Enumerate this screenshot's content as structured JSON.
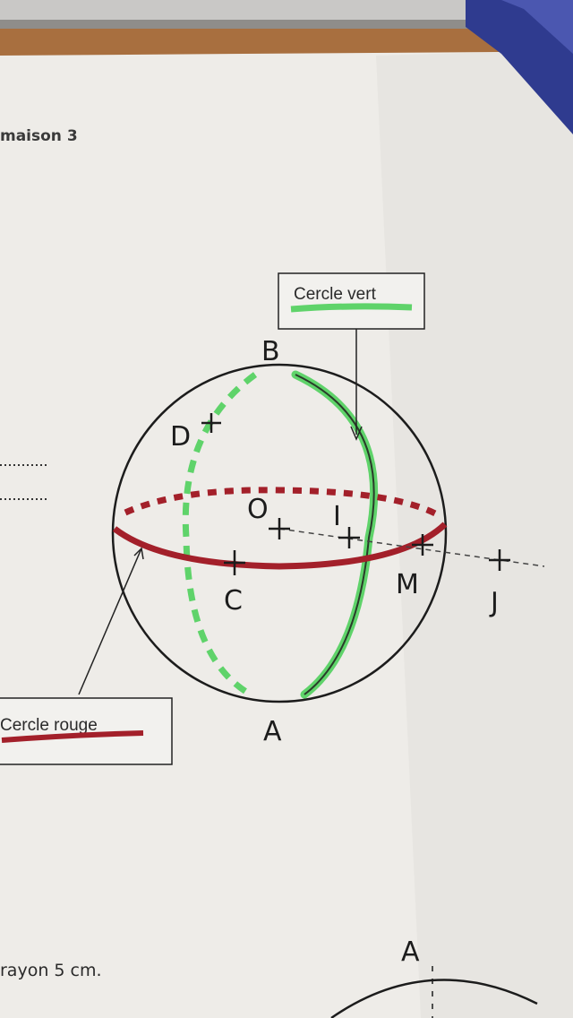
{
  "header": {
    "text": "maison 3"
  },
  "footer": {
    "text": "rayon 5 cm.",
    "next_figure_point": "A"
  },
  "figure": {
    "labels": {
      "B": "B",
      "D": "D",
      "O": "O",
      "I": "I",
      "C": "C",
      "M": "M",
      "J": "J",
      "A": "A"
    },
    "green_box": "Cercle vert",
    "red_box": "Cercle rouge",
    "colors": {
      "green": "#5fd36a",
      "red": "#a3202a",
      "ink": "#1c1c1c"
    }
  }
}
